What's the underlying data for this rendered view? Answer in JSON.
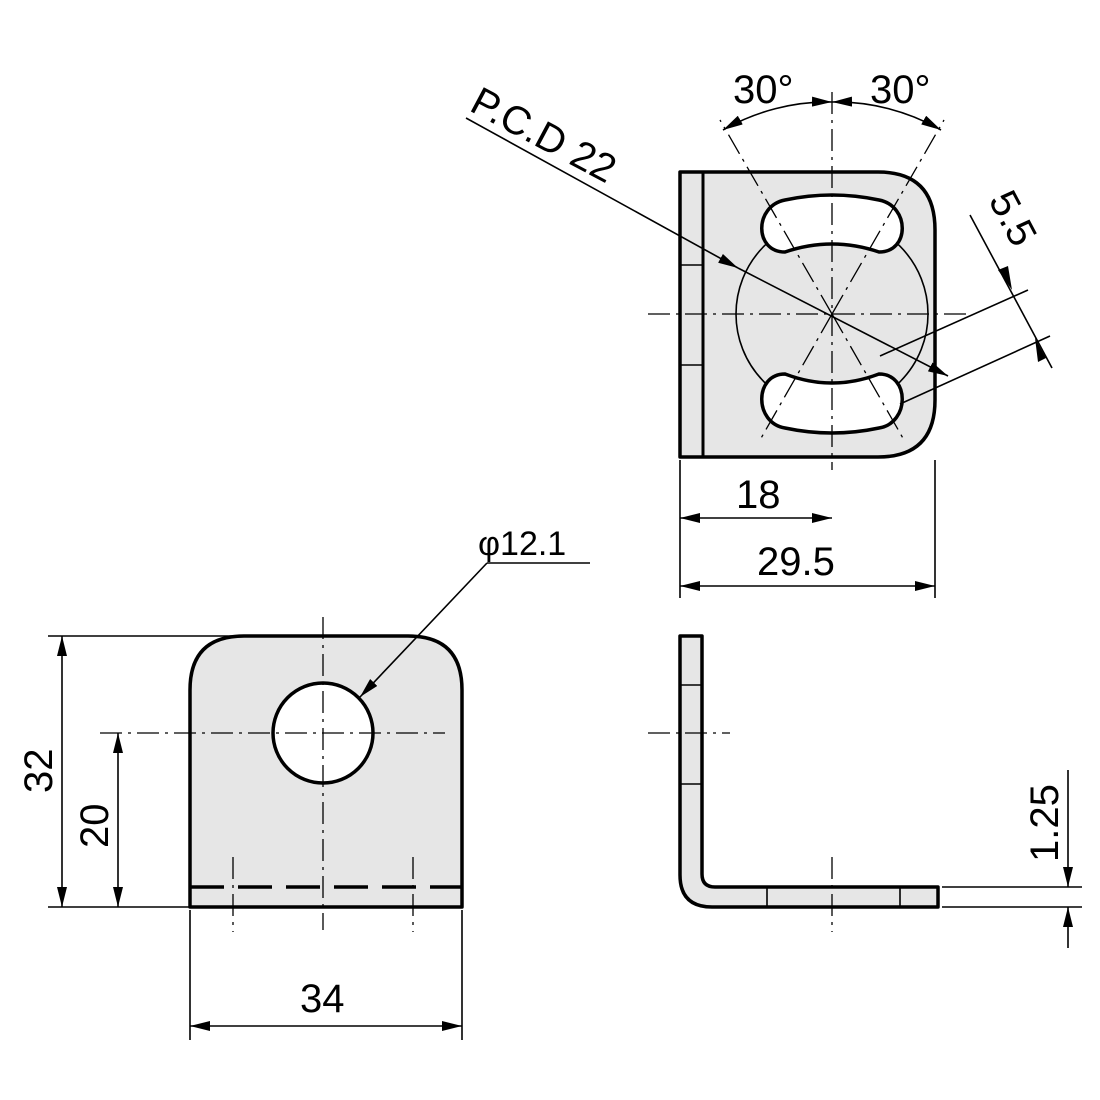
{
  "drawing": {
    "dimensions": {
      "angle_left": "30°",
      "angle_right": "30°",
      "pcd": "P.C.D 22",
      "slot_width": "5.5",
      "hole_offset": "18",
      "top_width": "29.5",
      "hole_diameter": "φ12.1",
      "height": "32",
      "hole_height": "20",
      "width": "34",
      "thickness": "1.25"
    }
  }
}
